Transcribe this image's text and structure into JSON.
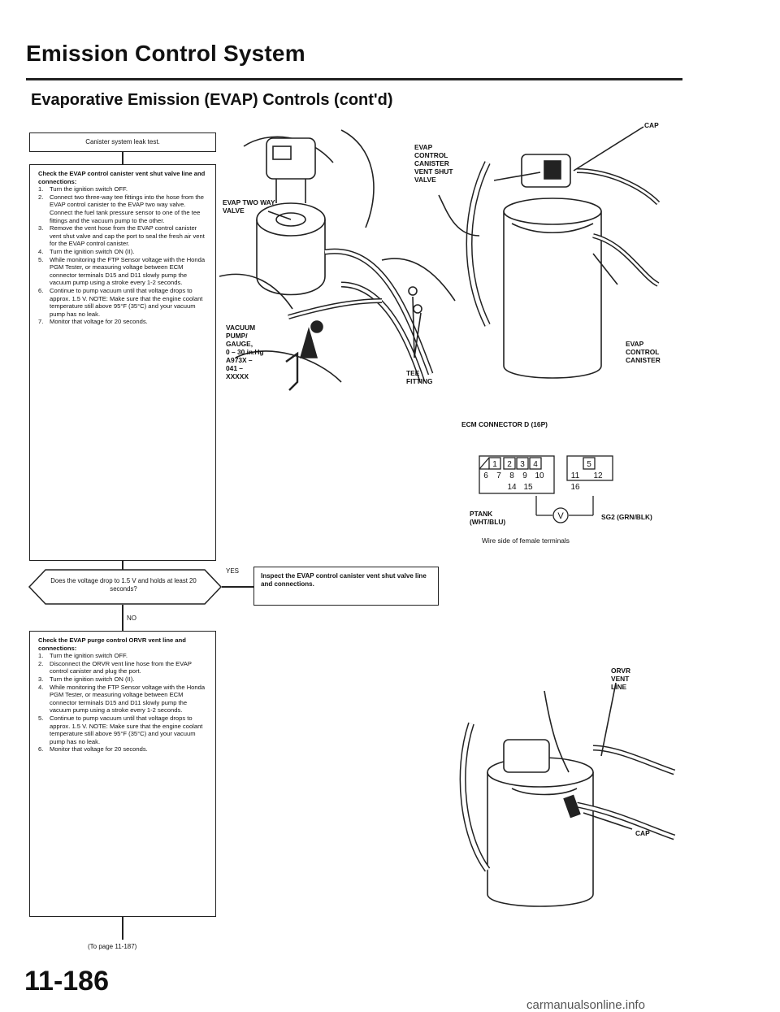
{
  "header": {
    "title": "Emission Control System",
    "subtitle": "Evaporative Emission (EVAP) Controls (cont'd)"
  },
  "flowchart": {
    "start_box": "Canister system leak test.",
    "check1": {
      "title": "Check the EVAP control canister vent shut valve line and connections:",
      "steps": [
        {
          "n": "1.",
          "t": "Turn the ignition switch OFF."
        },
        {
          "n": "2.",
          "t": "Connect two three-way tee fittings into the hose from the EVAP control canister to the EVAP two way valve. Connect the fuel tank pressure sensor to one of the tee fittings and the vacuum pump to the other."
        },
        {
          "n": "3.",
          "t": "Remove the vent hose from the EVAP control canister vent shut valve and cap the port to seal the fresh air vent for the EVAP control canister."
        },
        {
          "n": "4.",
          "t": "Turn the ignition switch ON (II)."
        },
        {
          "n": "5.",
          "t": "While monitoring the FTP Sensor voltage with the Honda PGM Tester, or measuring voltage between ECM connector terminals D15 and D11 slowly pump the vacuum pump using a stroke every 1-2 seconds."
        },
        {
          "n": "6.",
          "t": "Continue to pump vacuum until that voltage drops to approx. 1.5 V. NOTE: Make sure that the engine coolant temperature still above 95°F (35°C) and your vacuum pump has no leak."
        },
        {
          "n": "7.",
          "t": "Monitor that voltage for 20 seconds."
        }
      ]
    },
    "decision": "Does the voltage drop to 1.5 V and holds at least 20 seconds?",
    "yes_label": "YES",
    "no_label": "NO",
    "yes_box": "Inspect the EVAP control canister vent shut valve line and connections.",
    "check2": {
      "title": "Check the EVAP purge control ORVR vent line and connections:",
      "steps": [
        {
          "n": "1.",
          "t": "Turn the ignition switch OFF."
        },
        {
          "n": "2.",
          "t": "Disconnect the ORVR vent line hose from the EVAP control canister and plug the port."
        },
        {
          "n": "3.",
          "t": "Turn the ignition switch ON (II)."
        },
        {
          "n": "4.",
          "t": "While monitoring the FTP Sensor voltage with the Honda PGM Tester, or measuring voltage between ECM connector terminals D15 and D11 slowly pump the vacuum pump using a stroke every 1-2 seconds."
        },
        {
          "n": "5.",
          "t": "Continue to pump vacuum until that voltage drops to approx. 1.5 V. NOTE: Make sure that the engine coolant temperature still above 95°F (35°C) and your vacuum pump has no leak."
        },
        {
          "n": "6.",
          "t": "Monitor that voltage for 20 seconds."
        }
      ]
    },
    "goto": "(To page 11-187)"
  },
  "diagram1": {
    "cap": "CAP",
    "evap_vent_valve": [
      "EVAP",
      "CONTROL",
      "CANISTER",
      "VENT SHUT",
      "VALVE"
    ],
    "two_way_valve": [
      "EVAP TWO WAY",
      "VALVE"
    ],
    "vacuum_pump": [
      "VACUUM",
      "PUMP/",
      "GAUGE,",
      "0 – 30 in.Hg",
      "A973X –",
      "041 –",
      "XXXXX"
    ],
    "tee_fitting": [
      "TEE",
      "FITTING"
    ],
    "canister": [
      "EVAP",
      "CONTROL",
      "CANISTER"
    ]
  },
  "connector": {
    "title": "ECM CONNECTOR D (16P)",
    "pins_row1": [
      "1",
      "2",
      "3",
      "4",
      "5"
    ],
    "pins_row2": [
      "6",
      "7",
      "8",
      "9",
      "10",
      "11",
      "12"
    ],
    "pins_row3": [
      "14",
      "15",
      "16"
    ],
    "ptank": [
      "PTANK",
      "(WHT/BLU)"
    ],
    "meter": "V",
    "sg2": "SG2 (GRN/BLK)",
    "caption": "Wire side of female terminals"
  },
  "diagram2": {
    "orvr": [
      "ORVR",
      "VENT",
      "LINE"
    ],
    "cap": "CAP"
  },
  "footer": {
    "page_number": "11-186",
    "watermark": "carmanualsonline.info"
  }
}
